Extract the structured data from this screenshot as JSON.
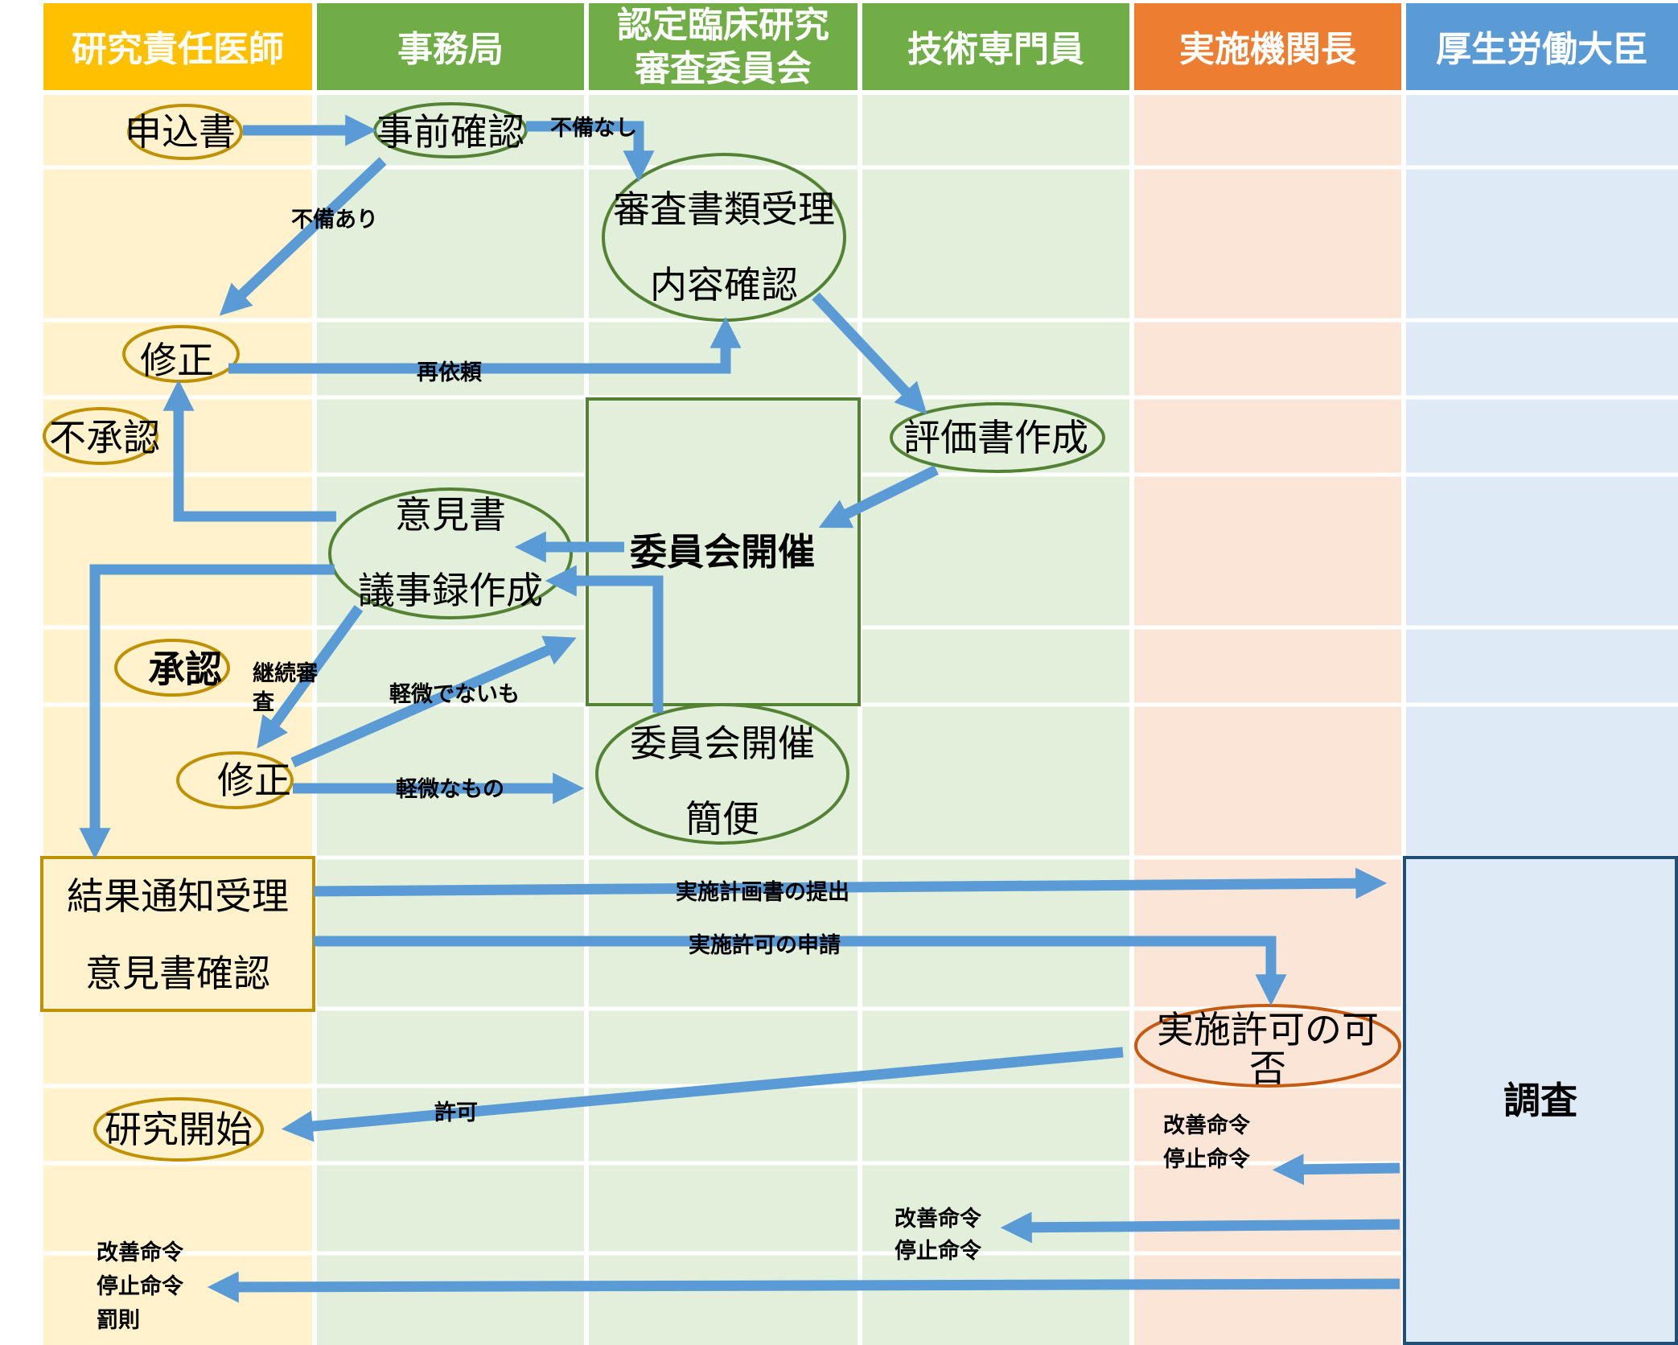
{
  "lanes": [
    {
      "title": "研究責任医師",
      "header_color": "#ffc000",
      "body_color": "#fff2cc"
    },
    {
      "title": "事務局",
      "header_color": "#70ad47",
      "body_color": "#e2efda"
    },
    {
      "title_line1": "認定臨床研究",
      "title_line2": "審査委員会",
      "header_color": "#70ad47",
      "body_color": "#e2efda"
    },
    {
      "title": "技術専門員",
      "header_color": "#70ad47",
      "body_color": "#e2efda"
    },
    {
      "title": "実施機関長",
      "header_color": "#ed7d31",
      "body_color": "#fbe5d6"
    },
    {
      "title": "厚生労働大臣",
      "header_color": "#5b9bd5",
      "body_color": "#deebf7"
    }
  ],
  "colors": {
    "arrow": "#5b9bd5",
    "researcher_outline": "#bf9000",
    "committee_outline": "#548235",
    "head_outline": "#c55a11",
    "minister_outline": "#1f4e79"
  },
  "nodes": {
    "application": "申込書",
    "pre_check": "事前確認",
    "receipt_line1": "審査書類受理",
    "receipt_line2": "内容確認",
    "revision1": "修正",
    "disapproval": "不承認",
    "evaluation": "評価書作成",
    "committee_meeting": "委員会開催",
    "opinion_line1": "意見書",
    "opinion_line2": "議事録作成",
    "approval": "承認",
    "revision2": "修正",
    "simple_meeting_line1": "委員会開催",
    "simple_meeting_line2": "簡便",
    "result_line1": "結果通知受理",
    "result_line2": "意見書確認",
    "permission_line1": "実施許可の可",
    "permission_line2": "否",
    "research_start": "研究開始",
    "investigation": "調査"
  },
  "labels": {
    "no_deficiency": "不備なし",
    "deficiency": "不備あり",
    "re_request": "再依頼",
    "continuing_line1": "継続審",
    "continuing_line2": "査",
    "not_minor": "軽微でないも",
    "minor": "軽微なもの",
    "submit_plan": "実施計画書の提出",
    "apply_permission": "実施許可の申請",
    "permission": "許可",
    "orders_head_line1": "改善命令",
    "orders_head_line2": "停止命令",
    "orders_expert_line1": "改善命令",
    "orders_expert_line2": "停止命令",
    "orders_researcher_line1": "改善命令",
    "orders_researcher_line2": "停止命令",
    "orders_researcher_line3": "罰則"
  }
}
